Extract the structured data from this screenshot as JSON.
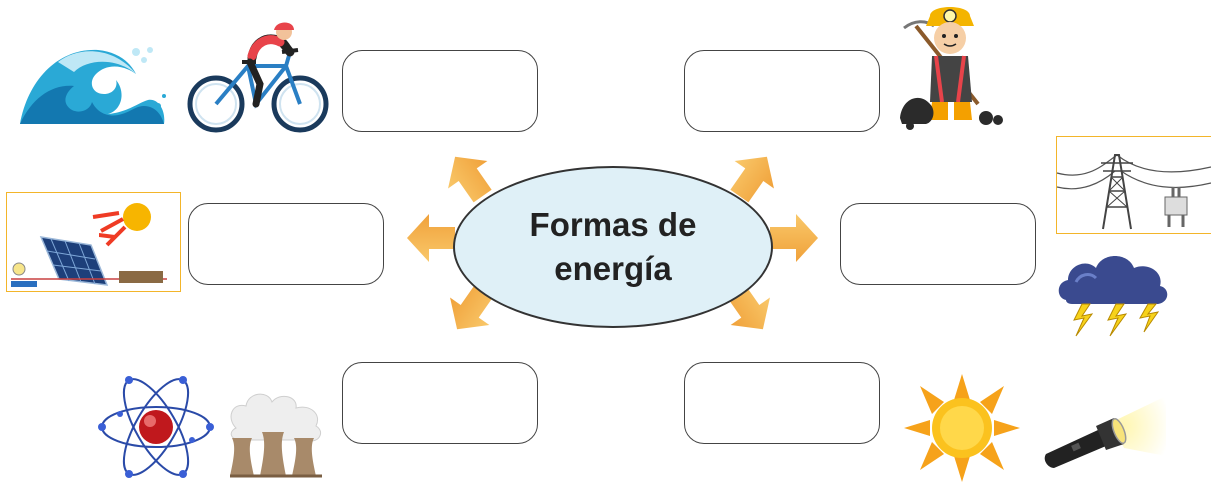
{
  "center": {
    "title": "Formas de energía"
  },
  "boxes": [
    {
      "id": "top-left",
      "value": ""
    },
    {
      "id": "top-right",
      "value": ""
    },
    {
      "id": "mid-left",
      "value": ""
    },
    {
      "id": "mid-right",
      "value": ""
    },
    {
      "id": "bottom-left",
      "value": ""
    },
    {
      "id": "bottom-right",
      "value": ""
    }
  ],
  "pictures": [
    "wave",
    "cyclist",
    "miner-with-coal",
    "solar-panel-circuit",
    "power-lines-plug",
    "storm-cloud-lightning",
    "atom",
    "cooling-towers",
    "sun",
    "flashlight"
  ],
  "colors": {
    "arrow": "#f5b146",
    "ellipse_fill": "#dff0f7",
    "frame": "#f3b52a"
  }
}
